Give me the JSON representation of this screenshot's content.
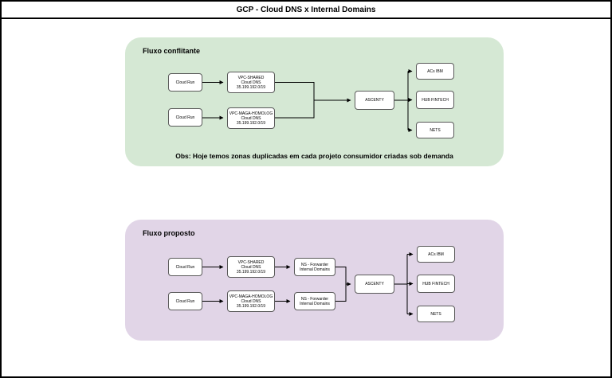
{
  "header": {
    "title": "GCP - Cloud DNS x Internal Domains"
  },
  "colors": {
    "current_panel_bg": "#d5e8d4",
    "proposed_panel_bg": "#e1d5e7",
    "node_bg": "#ffffff",
    "node_border": "#595959",
    "connector": "#000000"
  },
  "current_flow": {
    "label": "Fluxo conflitante",
    "note": "Obs: Hoje temos zonas duplicadas em cada projeto consumidor criadas sob demanda",
    "nodes": {
      "cloud_run_a": {
        "line1": "Cloud Run"
      },
      "cloud_run_b": {
        "line1": "Cloud Run"
      },
      "vpc_shared": {
        "line1": "VPC-SHARED",
        "line2": "Cloud DNS",
        "line3": "35.199.192.0/19"
      },
      "vpc_maga_homolog": {
        "line1": "VPC-MAGA-HOMOLOG",
        "line2": "Cloud DNS",
        "line3": "35.199.192.0/19"
      },
      "ascenty": {
        "line1": "ASCENTY"
      },
      "acs_ibm": {
        "line1": "ACs IBM"
      },
      "hub_fintech": {
        "line1": "HUB FINTECH"
      },
      "nets": {
        "line1": "NETS"
      }
    }
  },
  "proposed_flow": {
    "label": "Fluxo proposto",
    "nodes": {
      "cloud_run_a": {
        "line1": "Cloud Run"
      },
      "cloud_run_b": {
        "line1": "Cloud Run"
      },
      "vpc_shared": {
        "line1": "VPC-SHARED",
        "line2": "Cloud DNS",
        "line3": "35.199.192.0/19"
      },
      "vpc_maga_homolog": {
        "line1": "VPC-MAGA-HOMOLOG",
        "line2": "Cloud DNS",
        "line3": "35.199.192.0/19"
      },
      "ns_forwarder_a": {
        "line1": "NS - Forwarder",
        "line2": "Internal Domains"
      },
      "ns_forwarder_b": {
        "line1": "NS - Forwarder",
        "line2": "Internal Domains"
      },
      "ascenty": {
        "line1": "ASCENTY"
      },
      "acs_ibm": {
        "line1": "ACs IBM"
      },
      "hub_fintech": {
        "line1": "HUB FINTECH"
      },
      "nets": {
        "line1": "NETS"
      }
    }
  }
}
